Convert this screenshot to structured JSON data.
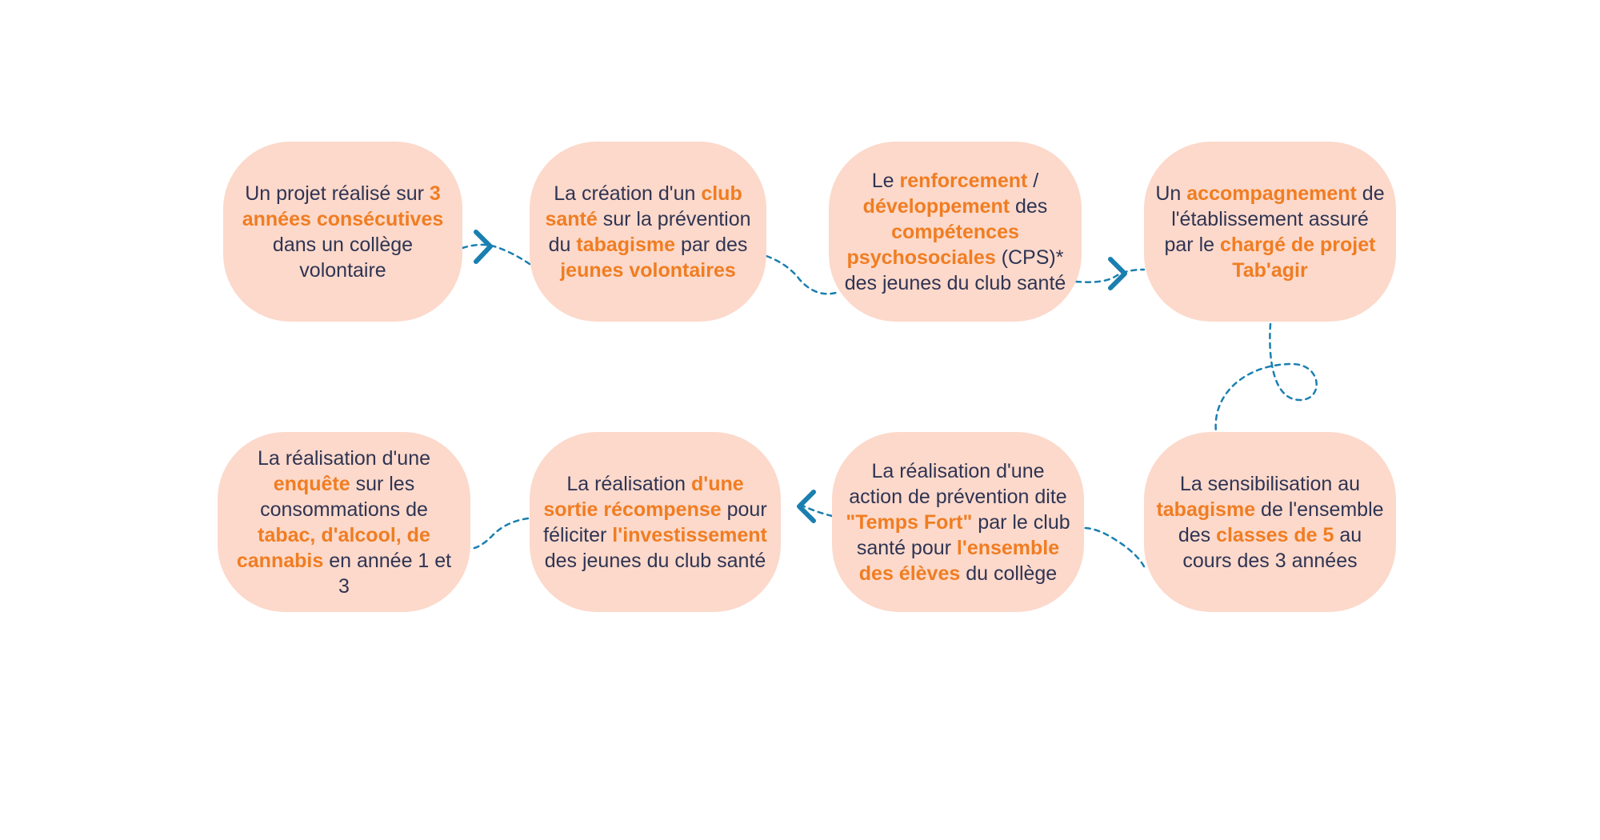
{
  "palette": {
    "box_fill": "#fcd9cb",
    "text": "#2f3453",
    "highlight": "#f07d22",
    "connector": "#1a7fb0"
  },
  "steps": [
    {
      "id": "step-1",
      "segments": [
        {
          "t": "Un projet réalisé sur ",
          "h": false
        },
        {
          "t": "3 années consécutives",
          "h": true
        },
        {
          "t": " dans un collège volontaire",
          "h": false
        }
      ]
    },
    {
      "id": "step-2",
      "segments": [
        {
          "t": "La création d'un ",
          "h": false
        },
        {
          "t": "club santé",
          "h": true
        },
        {
          "t": " sur la prévention du ",
          "h": false
        },
        {
          "t": "tabagisme",
          "h": true
        },
        {
          "t": " par des ",
          "h": false
        },
        {
          "t": "jeunes volontaires",
          "h": true
        }
      ]
    },
    {
      "id": "step-3",
      "segments": [
        {
          "t": "Le ",
          "h": false
        },
        {
          "t": "renforcement",
          "h": true
        },
        {
          "t": " / ",
          "h": false
        },
        {
          "t": "développement",
          "h": true
        },
        {
          "t": " des ",
          "h": false
        },
        {
          "t": "compétences psychosociales",
          "h": true
        },
        {
          "t": " (CPS)* des jeunes du club santé",
          "h": false
        }
      ]
    },
    {
      "id": "step-4",
      "segments": [
        {
          "t": "Un ",
          "h": false
        },
        {
          "t": "accompagnement",
          "h": true
        },
        {
          "t": " de l'établissement assuré par le ",
          "h": false
        },
        {
          "t": "chargé de projet Tab'agir",
          "h": true
        }
      ]
    },
    {
      "id": "step-5",
      "segments": [
        {
          "t": "La sensibilisation au ",
          "h": false
        },
        {
          "t": "tabagisme",
          "h": true
        },
        {
          "t": " de l'ensemble des ",
          "h": false
        },
        {
          "t": "classes de 5",
          "h": true
        },
        {
          "t": "  au cours des 3 années",
          "h": false
        }
      ]
    },
    {
      "id": "step-6",
      "segments": [
        {
          "t": "La réalisation d'une action de prévention dite ",
          "h": false
        },
        {
          "t": "\"Temps Fort\"",
          "h": true
        },
        {
          "t": " par le club santé pour ",
          "h": false
        },
        {
          "t": "l'ensemble des élèves",
          "h": true
        },
        {
          "t": " du collège",
          "h": false
        }
      ]
    },
    {
      "id": "step-7",
      "segments": [
        {
          "t": "La réalisation ",
          "h": false
        },
        {
          "t": "d'une sortie récompense",
          "h": true
        },
        {
          "t": " pour féliciter ",
          "h": false
        },
        {
          "t": "l'investissement",
          "h": true
        },
        {
          "t": " des jeunes du club santé",
          "h": false
        }
      ]
    },
    {
      "id": "step-8",
      "segments": [
        {
          "t": "La réalisation d'une ",
          "h": false
        },
        {
          "t": "enquête",
          "h": true
        },
        {
          "t": " sur les consommations de ",
          "h": false
        },
        {
          "t": "tabac, d'alcool, de cannabis",
          "h": true
        },
        {
          "t": " en année 1 et 3",
          "h": false
        }
      ]
    }
  ]
}
